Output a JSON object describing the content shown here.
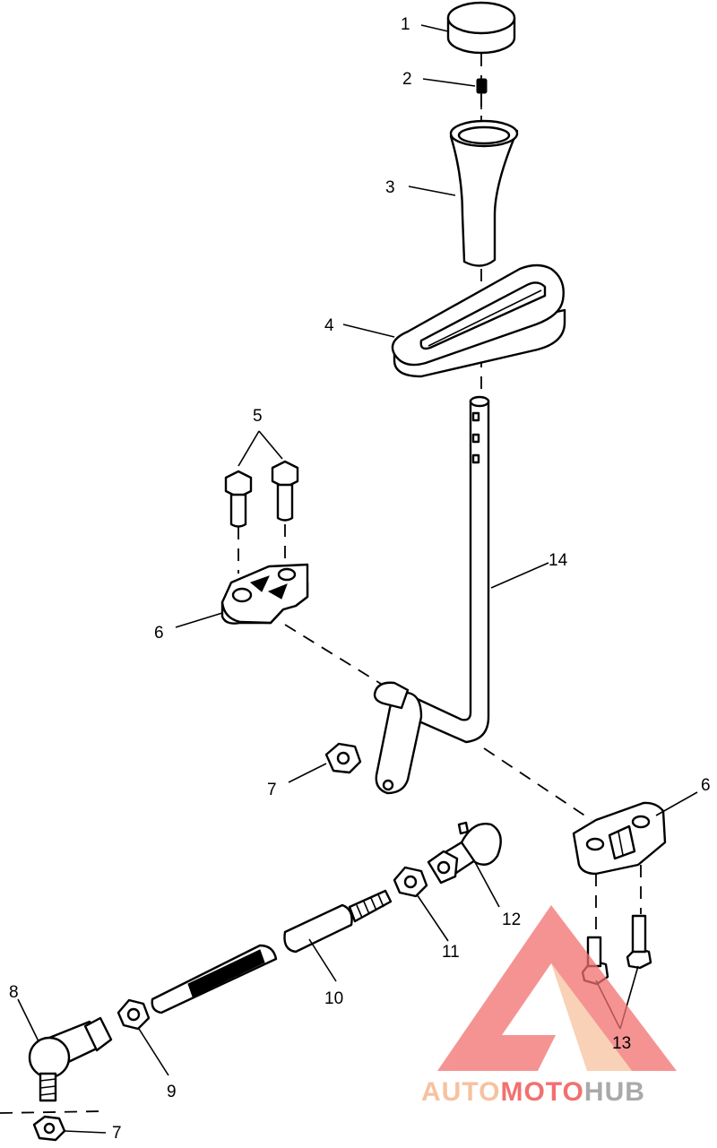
{
  "callouts": {
    "c1": "1",
    "c2": "2",
    "c3": "3",
    "c4": "4",
    "c5": "5",
    "c6a": "6",
    "c6b": "6",
    "c7a": "7",
    "c7b": "7",
    "c8": "8",
    "c9": "9",
    "c10": "10",
    "c11": "11",
    "c12": "12",
    "c13": "13",
    "c14": "14"
  },
  "watermark": {
    "part1": "AUTO",
    "part2": "MOTO",
    "part3": "HUB",
    "colors": {
      "light": "#f6c2a0",
      "red": "#f27070",
      "gray": "#a9a9a9"
    }
  }
}
